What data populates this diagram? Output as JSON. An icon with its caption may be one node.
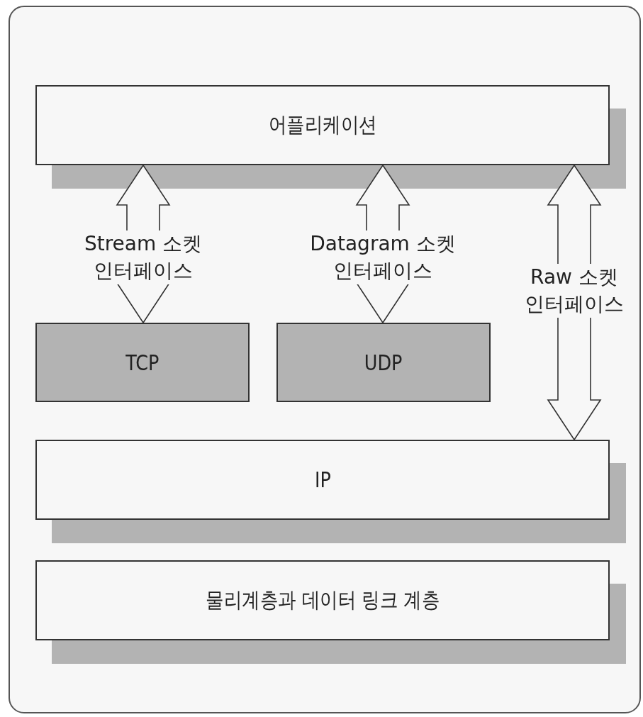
{
  "diagram": {
    "nodes": [
      {
        "text": [
          "어플리케이션"
        ]
      },
      {
        "text": [
          "TCP"
        ]
      },
      {
        "text": [
          "UDP"
        ]
      },
      {
        "text": [
          "IP"
        ]
      },
      {
        "text": [
          "물리계층과 데이터 링크 계층"
        ]
      }
    ],
    "edges": [
      {
        "from": 0,
        "to": 1,
        "arrow": "both",
        "label": "Stream 소켓 인터페이스"
      },
      {
        "from": 0,
        "to": 2,
        "arrow": "both",
        "label": "Datagram 소켓 인터페이스"
      },
      {
        "from": 0,
        "to": 3,
        "arrow": "both",
        "label": "Raw 소켓 인터페이스"
      }
    ]
  }
}
